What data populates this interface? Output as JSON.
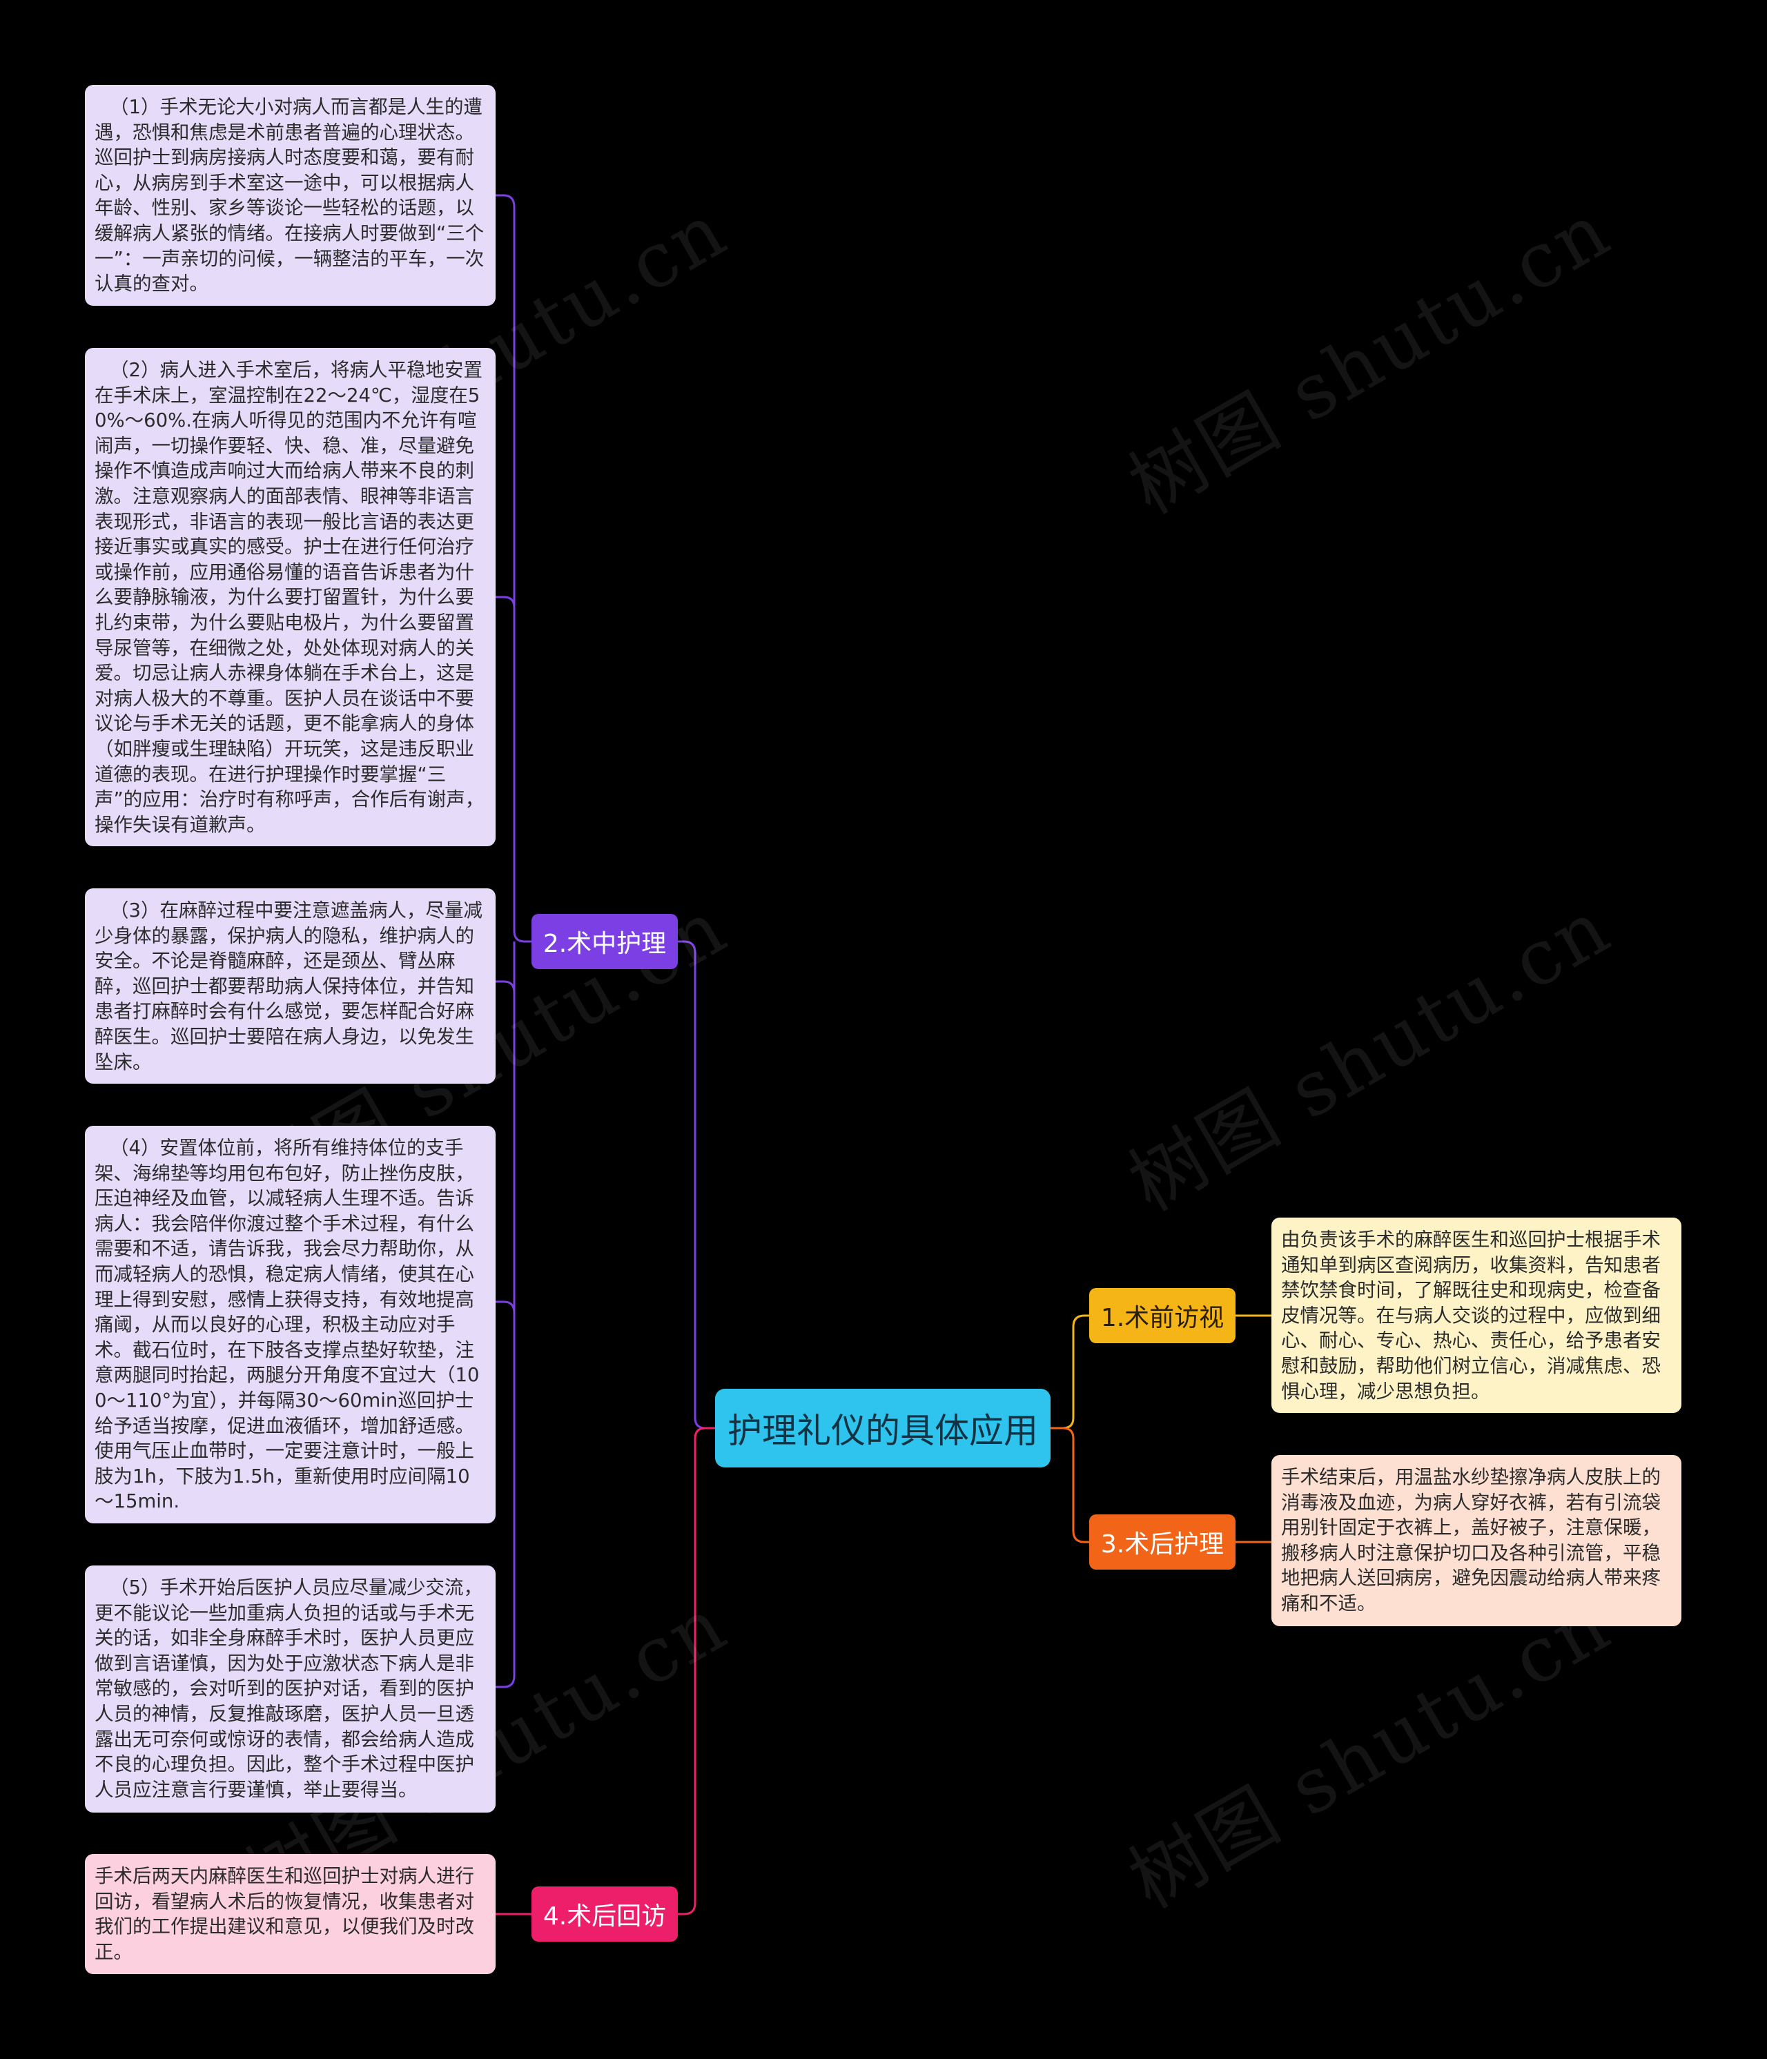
{
  "colors": {
    "background": "#000000",
    "root": "#2ec4ee",
    "branch_pre": "#f5b516",
    "branch_intra": "#7b3fe4",
    "branch_post": "#f26418",
    "branch_visit": "#ee1f6a",
    "note_intra": "#e6dcfa",
    "note_pre": "#fdf3c6",
    "note_post": "#fde0d2",
    "note_visit": "#fcd0de"
  },
  "watermark": "树图 shutu.cn",
  "root": {
    "label": "护理礼仪的具体应用"
  },
  "branches": {
    "pre": {
      "label": "1.术前访视",
      "note": "由负责该手术的麻醉医生和巡回护士根据手术通知单到病区查阅病历，收集资料，告知患者禁饮禁食时间，了解既往史和现病史，检查备皮情况等。在与病人交谈的过程中，应做到细心、耐心、专心、热心、责任心，给予患者安慰和鼓励，帮助他们树立信心，消减焦虑、恐惧心理，减少思想负担。"
    },
    "intra": {
      "label": "2.术中护理",
      "notes": [
        "（1）手术无论大小对病人而言都是人生的遭遇，恐惧和焦虑是术前患者普遍的心理状态。巡回护士到病房接病人时态度要和蔼，要有耐心，从病房到手术室这一途中，可以根据病人年龄、性别、家乡等谈论一些轻松的话题，以缓解病人紧张的情绪。在接病人时要做到“三个一”：一声亲切的问候，一辆整洁的平车，一次认真的查对。",
        "（2）病人进入手术室后，将病人平稳地安置在手术床上，室温控制在22～24℃，湿度在50%～60%.在病人听得见的范围内不允许有喧闹声，一切操作要轻、快、稳、准，尽量避免操作不慎造成声响过大而给病人带来不良的刺激。注意观察病人的面部表情、眼神等非语言表现形式，非语言的表现一般比言语的表达更接近事实或真实的感受。护士在进行任何治疗或操作前，应用通俗易懂的语音告诉患者为什么要静脉输液，为什么要打留置针，为什么要扎约束带，为什么要贴电极片，为什么要留置导尿管等，在细微之处，处处体现对病人的关爱。切忌让病人赤裸身体躺在手术台上，这是对病人极大的不尊重。医护人员在谈话中不要议论与手术无关的话题，更不能拿病人的身体（如胖瘦或生理缺陷）开玩笑，这是违反职业道德的表现。在进行护理操作时要掌握“三声”的应用：治疗时有称呼声，合作后有谢声，操作失误有道歉声。",
        "（3）在麻醉过程中要注意遮盖病人，尽量减少身体的暴露，保护病人的隐私，维护病人的安全。不论是脊髓麻醉，还是颈丛、臂丛麻醉，巡回护士都要帮助病人保持体位，并告知患者打麻醉时会有什么感觉，要怎样配合好麻醉医生。巡回护士要陪在病人身边，以免发生坠床。",
        "（4）安置体位前，将所有维持体位的支手架、海绵垫等均用包布包好，防止挫伤皮肤，压迫神经及血管，以减轻病人生理不适。告诉病人：我会陪伴你渡过整个手术过程，有什么需要和不适，请告诉我，我会尽力帮助你，从而减轻病人的恐惧，稳定病人情绪，使其在心理上得到安慰，感情上获得支持，有效地提高痛阈，从而以良好的心理，积极主动应对手术。截石位时，在下肢各支撑点垫好软垫，注意两腿同时抬起，两腿分开角度不宜过大（100～110°为宜），并每隔30～60min巡回护士给予适当按摩，促进血液循环，增加舒适感。使用气压止血带时，一定要注意计时，一般上肢为1h，下肢为1.5h，重新使用时应间隔10～15min.",
        "（5）手术开始后医护人员应尽量减少交流，更不能议论一些加重病人负担的话或与手术无关的话，如非全身麻醉手术时，医护人员更应做到言语谨慎，因为处于应激状态下病人是非常敏感的，会对听到的医护对话，看到的医护人员的神情，反复推敲琢磨，医护人员一旦透露出无可奈何或惊讶的表情，都会给病人造成不良的心理负担。因此，整个手术过程中医护人员应注意言行要谨慎，举止要得当。"
      ]
    },
    "post": {
      "label": "3.术后护理",
      "note": "手术结束后，用温盐水纱垫擦净病人皮肤上的消毒液及血迹，为病人穿好衣裤，若有引流袋用别针固定于衣裤上，盖好被子，注意保暖，搬移病人时注意保护切口及各种引流管，平稳地把病人送回病房，避免因震动给病人带来疼痛和不适。"
    },
    "visit": {
      "label": "4.术后回访",
      "note": "手术后两天内麻醉医生和巡回护士对病人进行回访，看望病人术后的恢复情况，收集患者对我们的工作提出建议和意见，以便我们及时改正。"
    }
  }
}
